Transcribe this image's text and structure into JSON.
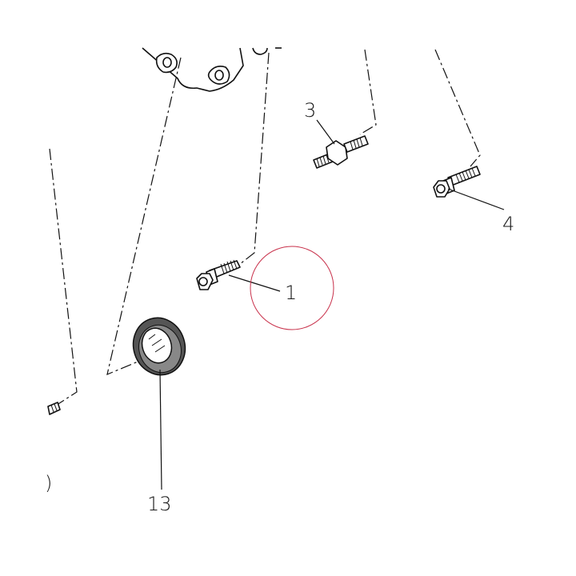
{
  "diagram": {
    "callouts": {
      "part_1": "1",
      "part_3": "3",
      "part_4": "4",
      "part_13": "13",
      "clipped_mark": ")"
    },
    "highlight_color": "#c8304a",
    "line_color": "#111111",
    "seal_fill_color": "#555555"
  }
}
